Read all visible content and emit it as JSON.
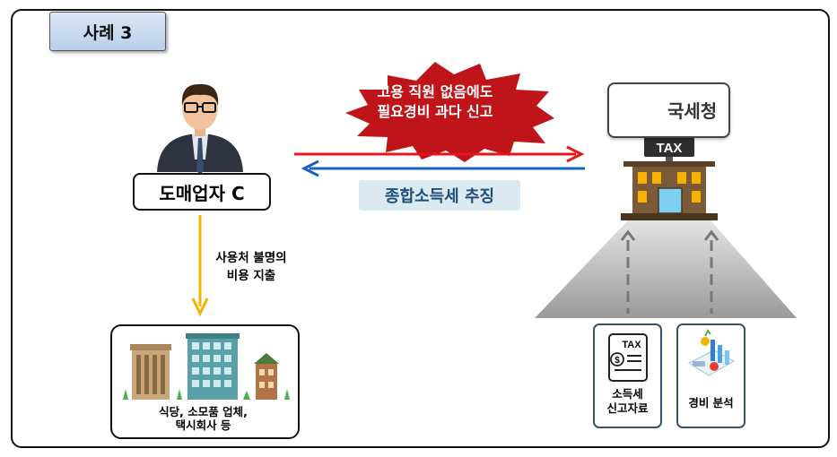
{
  "case_label": "사례 3",
  "person": {
    "label": "도매업자 C"
  },
  "burst": {
    "line1": "고용 직원 없음에도",
    "line2": "필요경비 과다 신고"
  },
  "collection": {
    "label": "종합소득세 추징"
  },
  "agency": {
    "name": "국세청",
    "building_sign": "TAX"
  },
  "expense": {
    "line1": "사용처 불명의",
    "line2": "비용 지출"
  },
  "businesses": {
    "line1": "식당, 소모품 업체,",
    "line2": "택시회사 등"
  },
  "cards": [
    {
      "line1": "소득세",
      "line2": "신고자료",
      "doc_sign": "TAX"
    },
    {
      "line1": "경비 분석"
    }
  ],
  "colors": {
    "red_arrow": "#e8141b",
    "blue_arrow": "#1565c0",
    "burst": "#c0141b",
    "yellow_arrow": "#f2b600"
  }
}
